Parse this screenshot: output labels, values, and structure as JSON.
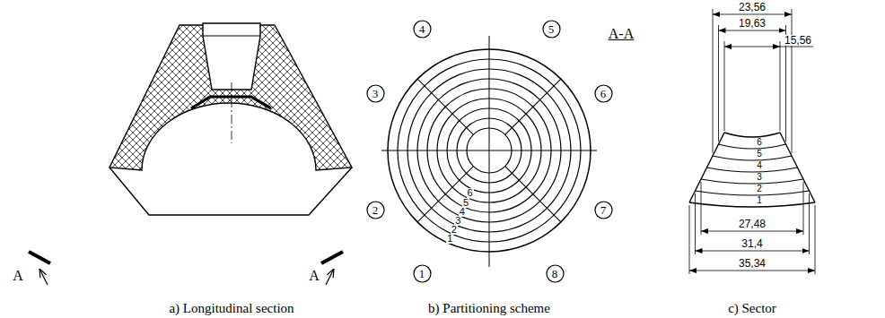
{
  "diagram": {
    "nodes": [
      {
        "text": [
          "4"
        ]
      },
      {
        "text": [
          "5"
        ]
      },
      {
        "text": [
          "3"
        ]
      },
      {
        "text": [
          "6"
        ]
      },
      {
        "text": [
          "2"
        ]
      },
      {
        "text": [
          "7"
        ]
      },
      {
        "text": [
          "1"
        ]
      },
      {
        "text": [
          "8"
        ]
      }
    ],
    "labels": [
      "A-A",
      "6",
      "5",
      "4",
      "3",
      "2",
      "1",
      "23,56",
      "19,63",
      "15,56",
      "6",
      "5",
      "4",
      "3",
      "2",
      "1",
      "27,48",
      "31,4",
      "35,34",
      "A",
      "A",
      "a) Longitudinal section",
      "b) Partitioning scheme",
      "c) Sector"
    ]
  }
}
